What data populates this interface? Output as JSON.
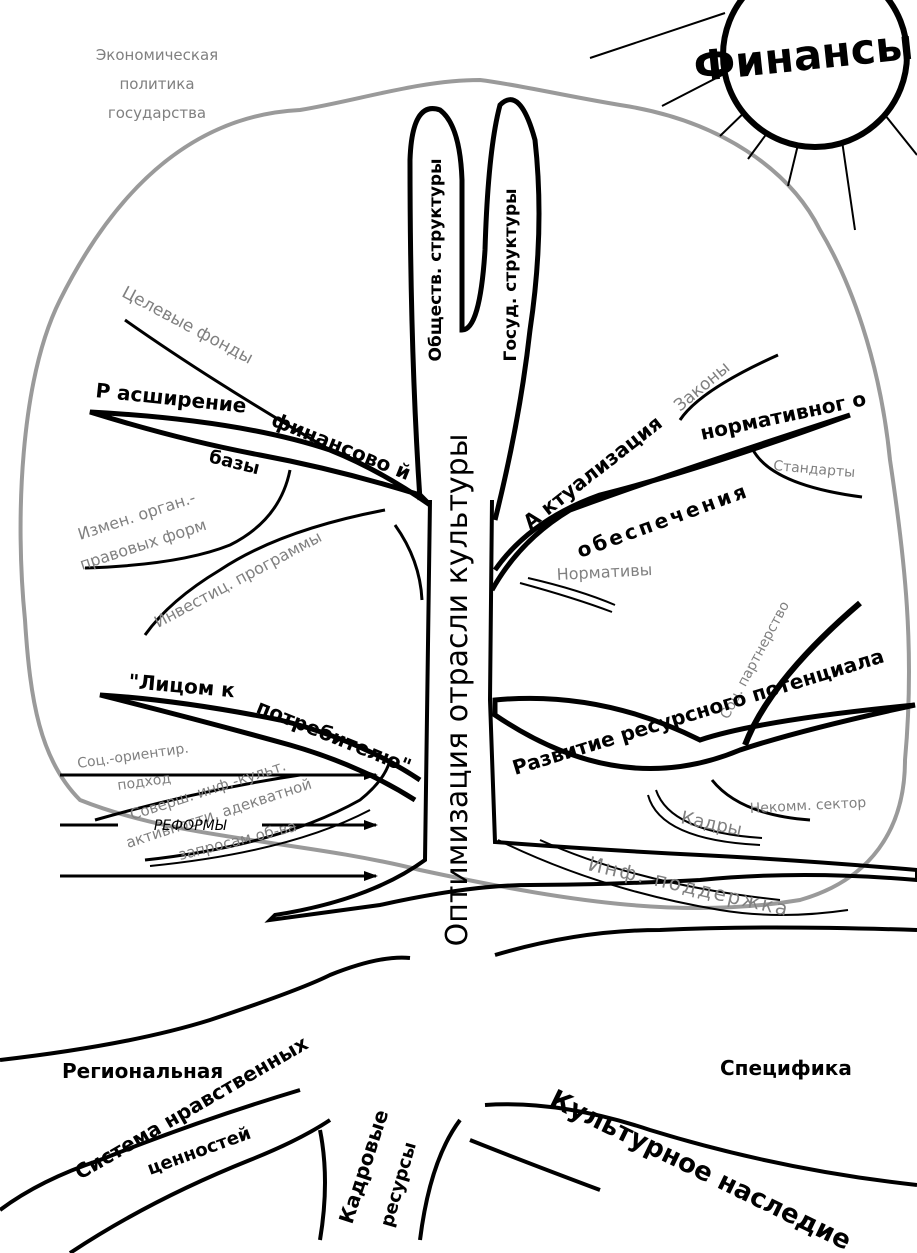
{
  "colors": {
    "ink": "#000000",
    "gray": "#808080",
    "crown_outline": "#9a9a9a",
    "background": "#ffffff"
  },
  "sun": {
    "label": "Финансы"
  },
  "background_label": {
    "line1": "Экономическая",
    "line2": "политика",
    "line3": "государства"
  },
  "trunk": {
    "label": "Оптимизация отрасли культуры"
  },
  "top_branches": {
    "left": "Обществ. структуры",
    "right": "Госуд. структуры"
  },
  "left_branches": {
    "finance_base": {
      "main_part1": "Р асширение",
      "main_part2": "финансово й",
      "main_part3": "базы",
      "subs": [
        "Целевые фонды",
        "Измен. орган.-",
        "правовых форм",
        "Инвестиц. программы"
      ]
    },
    "consumer": {
      "main_part1": "\"Лицом к",
      "main_part2": "потребителю\"",
      "subs": [
        "Соц.-ориентир.",
        "подход",
        "Соверш. инф.-культ.",
        "активности, адекватной",
        "запросам об-ва"
      ]
    }
  },
  "right_branches": {
    "regulation": {
      "main_part1": "А ктуализация",
      "main_part2": "нормативног о",
      "main_part3": "обеспечения",
      "subs": [
        "Законы",
        "Стандарты",
        "Нормативы"
      ]
    },
    "resources": {
      "main": "Развитие ресурсного потенциала",
      "subs": [
        "Соц. партнерство",
        "Некомм. сектор",
        "Кадры",
        "Инф. поддержка"
      ]
    }
  },
  "reforms": {
    "label": "РЕФОРМЫ"
  },
  "roots": {
    "regional": "Региональная",
    "specifics": "Специфика",
    "values_line1": "Система нравственных",
    "values_line2": "ценностей",
    "personnel_line1": "Кадровые",
    "personnel_line2": "ресурсы",
    "heritage": "Культурное наследие"
  }
}
